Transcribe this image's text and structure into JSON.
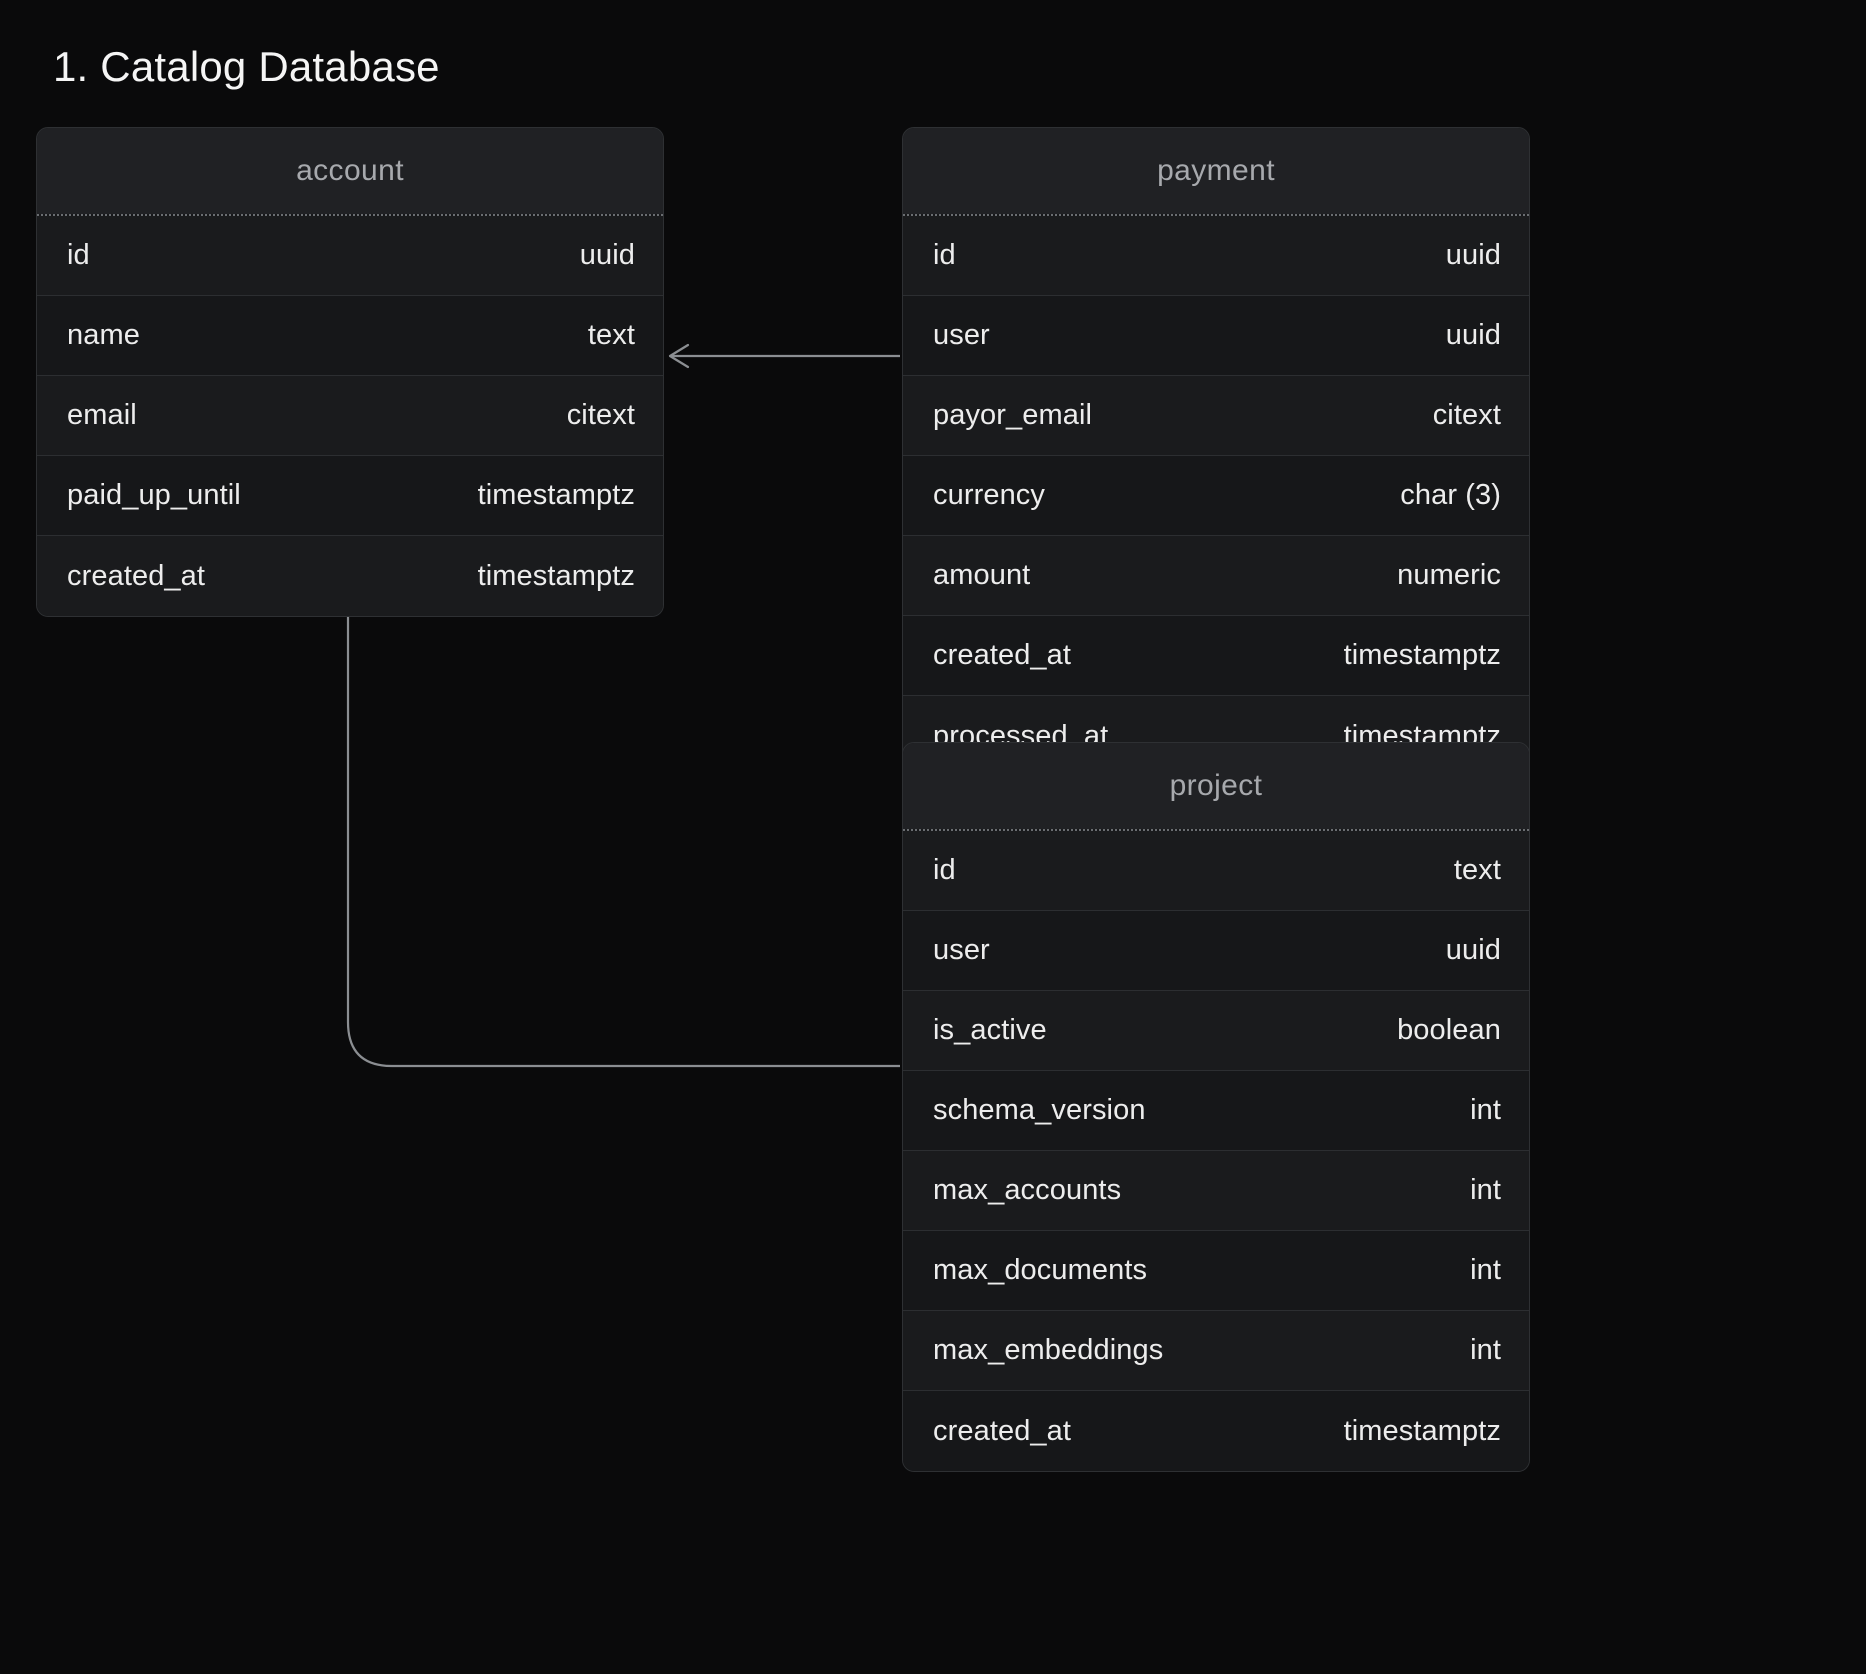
{
  "page": {
    "title": "1. Catalog Database",
    "background_color": "#0a0a0b",
    "card_background_color": "#17181a",
    "card_border_color": "#2e3033",
    "header_text_color": "#a7a9ad",
    "field_text_color": "#ededed",
    "connector_color": "#8b8e92"
  },
  "tables": [
    {
      "name": "account",
      "fields": [
        {
          "name": "id",
          "type": "uuid"
        },
        {
          "name": "name",
          "type": "text"
        },
        {
          "name": "email",
          "type": "citext"
        },
        {
          "name": "paid_up_until",
          "type": "timestamptz"
        },
        {
          "name": "created_at",
          "type": "timestamptz"
        }
      ]
    },
    {
      "name": "payment",
      "fields": [
        {
          "name": "id",
          "type": "uuid"
        },
        {
          "name": "user",
          "type": "uuid"
        },
        {
          "name": "payor_email",
          "type": "citext"
        },
        {
          "name": "currency",
          "type": "char (3)"
        },
        {
          "name": "amount",
          "type": "numeric"
        },
        {
          "name": "created_at",
          "type": "timestamptz"
        },
        {
          "name": "processed_at",
          "type": "timestamptz"
        }
      ]
    },
    {
      "name": "project",
      "fields": [
        {
          "name": "id",
          "type": "text"
        },
        {
          "name": "user",
          "type": "uuid"
        },
        {
          "name": "is_active",
          "type": "boolean"
        },
        {
          "name": "schema_version",
          "type": "int"
        },
        {
          "name": "max_accounts",
          "type": "int"
        },
        {
          "name": "max_documents",
          "type": "int"
        },
        {
          "name": "max_embeddings",
          "type": "int"
        },
        {
          "name": "created_at",
          "type": "timestamptz"
        }
      ]
    }
  ],
  "relationships": [
    {
      "from_table": "payment",
      "from_field": "user",
      "to_table": "account",
      "to_field": "id",
      "style": "straight-arrow-left"
    },
    {
      "from_table": "project",
      "from_field": "user",
      "to_table": "account",
      "to_field": "id",
      "style": "elbow-arrow-up"
    }
  ]
}
